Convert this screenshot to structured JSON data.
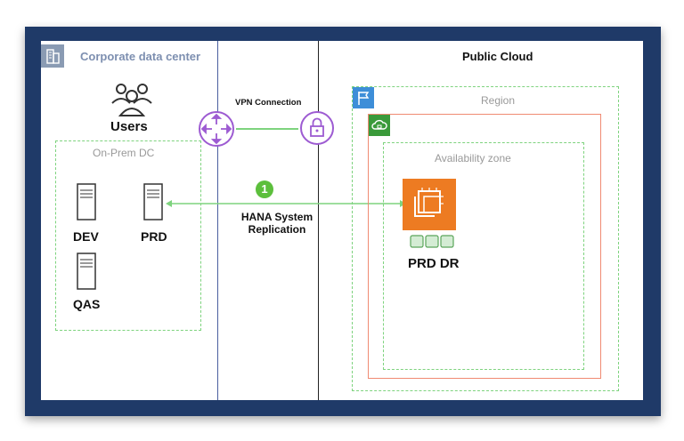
{
  "corporate": {
    "title": "Corporate data center",
    "icon": "building-icon"
  },
  "public_cloud": {
    "title": "Public Cloud"
  },
  "users": {
    "label": "Users",
    "icon": "users-icon"
  },
  "vpn": {
    "label": "VPN Connection",
    "router_icon": "router-icon",
    "lock_icon": "vpn-gateway-lock-icon"
  },
  "onprem": {
    "title": "On-Prem DC",
    "servers": [
      {
        "label": "DEV",
        "icon": "server-icon"
      },
      {
        "label": "PRD",
        "icon": "server-icon"
      },
      {
        "label": "QAS",
        "icon": "server-icon"
      }
    ]
  },
  "replication": {
    "step": "1",
    "label_line1": "HANA System",
    "label_line2": "Replication"
  },
  "region": {
    "title": "Region",
    "icon": "region-flag-icon"
  },
  "vpc": {
    "icon": "vpc-cloud-icon"
  },
  "az": {
    "title": "Availability zone"
  },
  "prd_dr": {
    "label": "PRD DR",
    "icon": "ec2-instance-icon",
    "storage_icon": "ebs-volumes-icon"
  },
  "colors": {
    "frame": "#1f3a68",
    "green": "#7ed37e",
    "purple": "#9d5bd2",
    "orange": "#f08a72",
    "ec2": "#ed7b22"
  }
}
